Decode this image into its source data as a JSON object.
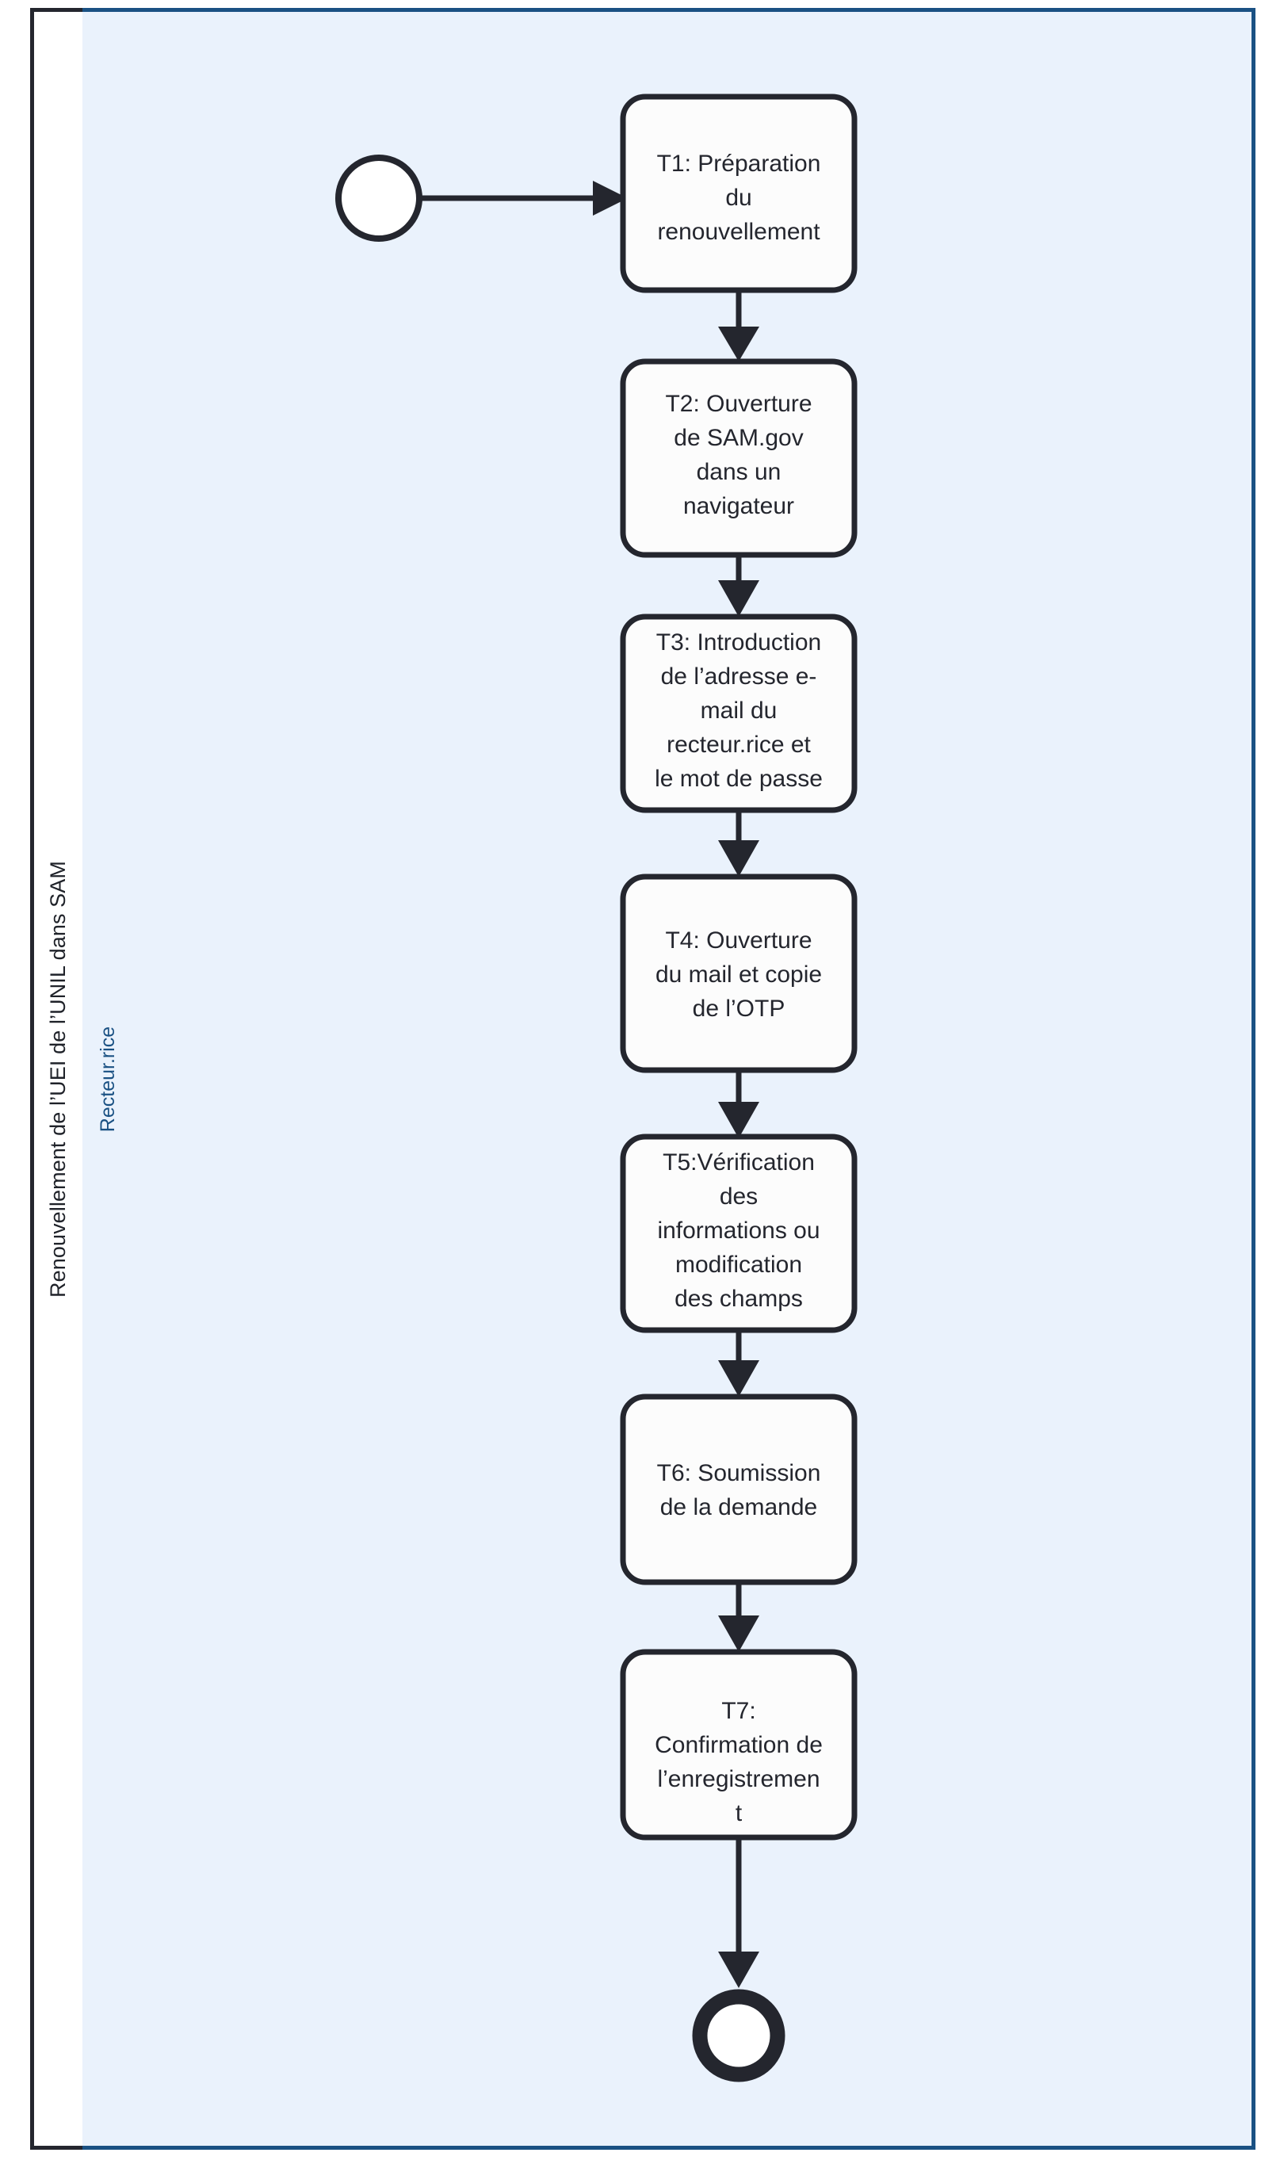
{
  "diagram": {
    "type": "bpmn-flowchart",
    "orientation": "vertical",
    "pool": {
      "title": "Renouvellement de l’UEI de l’UNIL dans SAM",
      "header_background": "#ffffff",
      "header_border": "#24262e"
    },
    "lane": {
      "title": "Recteur.rice",
      "background": "#eaf2fc",
      "border": "#1a5183",
      "title_color": "#1a5183"
    },
    "events": {
      "start": {
        "name": "start-event",
        "label": ""
      },
      "end": {
        "name": "end-event",
        "label": ""
      }
    },
    "tasks": [
      {
        "id": "T1",
        "label": "T1: Préparation du renouvellement",
        "lines": [
          "T1: Préparation",
          "du",
          "renouvellement"
        ]
      },
      {
        "id": "T2",
        "label": "T2: Ouverture de SAM.gov dans un navigateur",
        "lines": [
          "T2: Ouverture",
          "de SAM.gov",
          "dans un",
          "navigateur"
        ]
      },
      {
        "id": "T3",
        "label": "T3: Introduction de l’adresse e-mail du recteur.rice et le mot de passe",
        "lines": [
          "T3: Introduction",
          "de l’adresse e-",
          "mail du",
          "recteur.rice et",
          "le mot de passe"
        ]
      },
      {
        "id": "T4",
        "label": "T4: Ouverture du mail et copie de l’OTP",
        "lines": [
          "T4: Ouverture",
          "du mail et copie",
          "de l’OTP"
        ]
      },
      {
        "id": "T5",
        "label": "T5:Vérification des informations ou modification des champs",
        "lines": [
          "T5:Vérification",
          "des",
          "informations ou",
          "modification",
          "des champs"
        ]
      },
      {
        "id": "T6",
        "label": "T6: Soumission de la demande",
        "lines": [
          "T6: Soumission",
          "de la demande"
        ]
      },
      {
        "id": "T7",
        "label": "T7: Confirmation de l’enregistrement",
        "lines": [
          "T7:",
          "Confirmation de",
          "l’enregistremen",
          "t"
        ]
      }
    ],
    "flows": [
      {
        "from": "start-event",
        "to": "T1"
      },
      {
        "from": "T1",
        "to": "T2"
      },
      {
        "from": "T2",
        "to": "T3"
      },
      {
        "from": "T3",
        "to": "T4"
      },
      {
        "from": "T4",
        "to": "T5"
      },
      {
        "from": "T5",
        "to": "T6"
      },
      {
        "from": "T6",
        "to": "T7"
      },
      {
        "from": "T7",
        "to": "end-event"
      }
    ],
    "colors": {
      "task_fill": "#fcfcfc",
      "task_stroke": "#24262e",
      "flow_stroke": "#24262e",
      "lane_fill": "#eaf2fc",
      "lane_stroke": "#1a5183"
    }
  }
}
